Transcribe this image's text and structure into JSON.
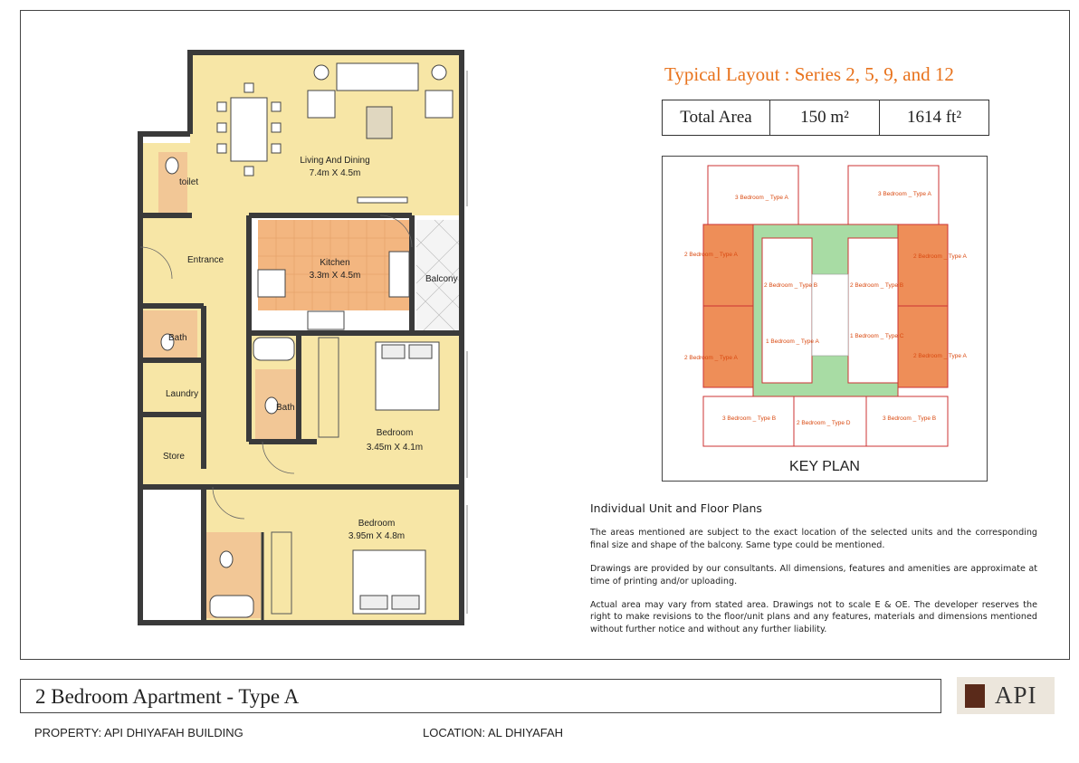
{
  "layout_title": "Typical Layout : Series 2, 5, 9, and 12",
  "area": {
    "label": "Total Area",
    "metric": "150 m²",
    "imperial": "1614 ft²"
  },
  "floor_plan": {
    "rooms": {
      "living": "Living And Dining",
      "living_size": "7.4m X 4.5m",
      "toilet": "toilet",
      "entrance": "Entrance",
      "kitchen": "Kitchen",
      "kitchen_size": "3.3m X 4.5m",
      "balcony": "Balcony",
      "bath1": "Bath",
      "laundry": "Laundry",
      "store": "Store",
      "bath2": "Bath",
      "bedroom1": "Bedroom",
      "bedroom1_size": "3.45m X 4.1m",
      "bedroom2": "Bedroom",
      "bedroom2_size": "3.95m X 4.8m"
    }
  },
  "key_plan": {
    "caption": "KEY PLAN",
    "labels": {
      "top_left": "3 Bedroom _ Type A",
      "top_right": "3 Bedroom _ Type A",
      "left_upper": "2 Bedroom _ Type A",
      "right_upper": "2 Bedroom _ Type A",
      "center_left_b": "2 Bedroom _ Type B",
      "center_right_b": "2 Bedroom _ Type B",
      "center_left_a": "1 Bedroom _ Type A",
      "center_right_c": "1 Bedroom _ Type C",
      "left_lower": "2 Bedroom _ Type A",
      "right_lower": "2 Bedroom _ Type A",
      "bottom_left": "3 Bedroom _ Type B",
      "bottom_center": "2 Bedroom _ Type D",
      "bottom_right": "3 Bedroom _ Type B"
    }
  },
  "notes": {
    "heading": "Individual Unit and Floor Plans",
    "p1": "The areas mentioned are subject to the exact location of  the selected units and the corresponding final size and shape of the balcony.  Same type could be mentioned.",
    "p2": "Drawings are provided by our consultants. All dimensions, features and amenities are approximate at time of printing and/or uploading.",
    "p3": "Actual area may vary from stated area. Drawings not to scale E & OE. The developer reserves the right to make revisions to the floor/unit plans and any features, materials and dimensions mentioned without further notice and without any further liability."
  },
  "title": "2 Bedroom Apartment - Type A",
  "logo": "API",
  "footer": {
    "property": "PROPERTY: API DHIYAFAH BUILDING",
    "location": "LOCATION: AL DHIYAFAH"
  },
  "colors": {
    "accent": "#e8721c",
    "room_fill": "#f7e6a6",
    "wet_fill": "#f2c796",
    "wall": "#3a3a3a",
    "unit_highlight": "#ee8e58",
    "courtyard": "#a8dca4"
  }
}
